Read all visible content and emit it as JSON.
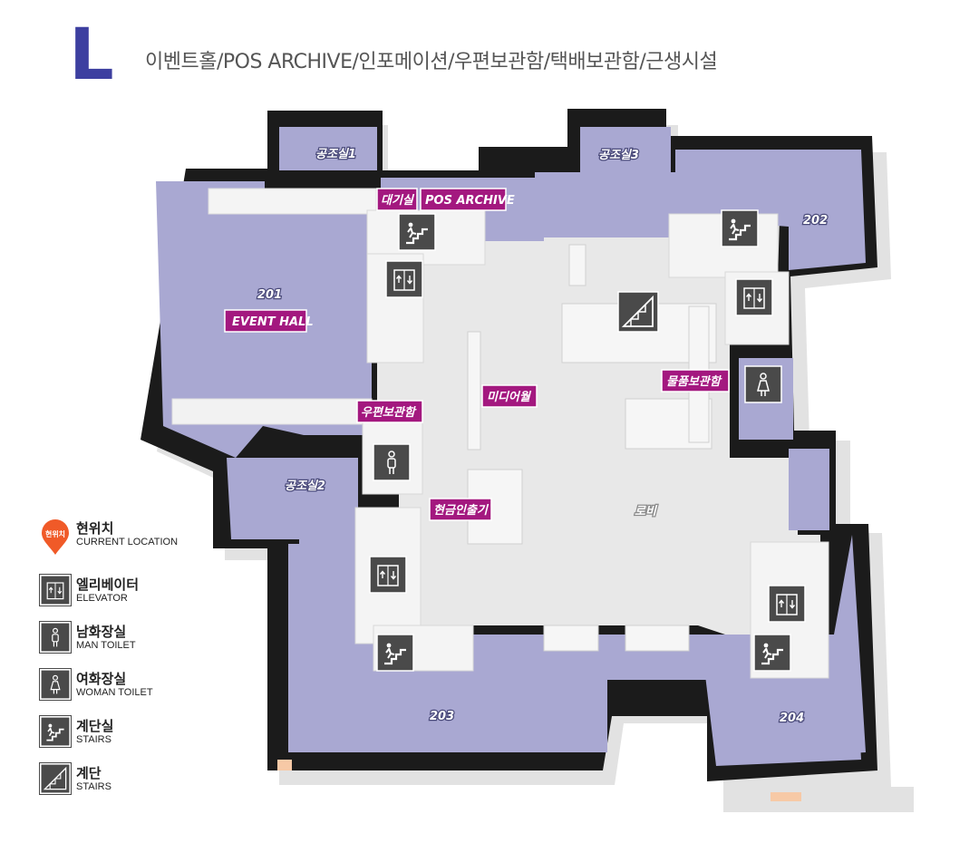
{
  "header": {
    "floor_letter": "L",
    "subtitle": "이벤트홀/POS ARCHIVE/인포메이션/우편보관함/택배보관함/근생시설"
  },
  "rooms": {
    "r201": "201",
    "r202": "202",
    "r203": "203",
    "r204": "204",
    "ac1": "공조실1",
    "ac2": "공조실2",
    "ac3": "공조실3",
    "lobby": "로비",
    "media_wall": "미디어월"
  },
  "tags": {
    "event_hall": "EVENT HALL",
    "waiting": "대기실",
    "pos_archive": "POS ARCHIVE",
    "mail_box": "우편보관함",
    "parcel_box": "물품보관함",
    "atm": "현금인출기"
  },
  "legend": {
    "pin_text": "현위치",
    "current": {
      "ko": "현위치",
      "en": "CURRENT LOCATION"
    },
    "elevator": {
      "ko": "엘리베이터",
      "en": "ELEVATOR"
    },
    "man_toilet": {
      "ko": "남화장실",
      "en": "MAN TOILET"
    },
    "woman_toilet": {
      "ko": "여화장실",
      "en": "WOMAN TOILET"
    },
    "stairs_room": {
      "ko": "계단실",
      "en": "STAIRS"
    },
    "stairs": {
      "ko": "계단",
      "en": "STAIRS"
    }
  },
  "colors": {
    "room_fill": "#a9a8d2",
    "wall": "#1b1b1b",
    "lobby_floor": "#e8e8e8",
    "tag": "#a3187f",
    "floor_letter": "#3d3fa0",
    "pin": "#f05a28",
    "icon_bg": "#4a4a4a"
  }
}
